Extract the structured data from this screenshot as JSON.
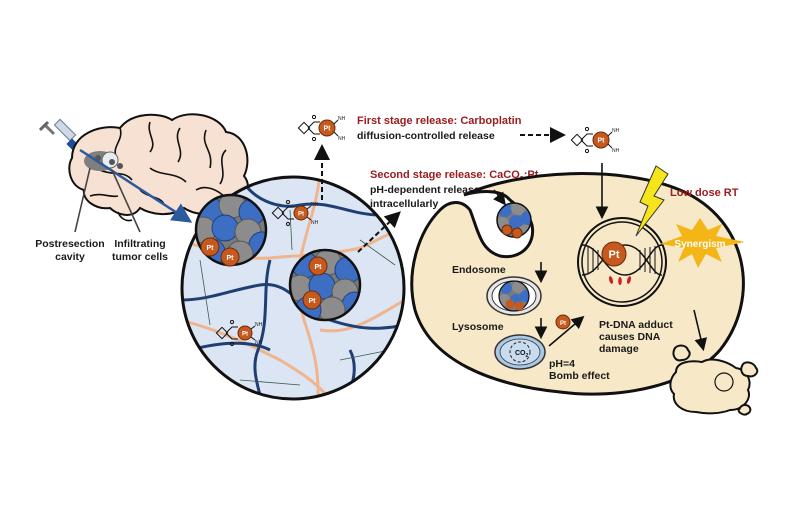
{
  "colors": {
    "background": "#ffffff",
    "brain": "#f6e1d2",
    "matrix": "#dbe5f3",
    "cell": "#f7e8c8",
    "platinum": "#c65a1e",
    "blue_particle": "#3c6fc4",
    "grey_particle": "#8c8c8c",
    "dark_blue_line": "#1f3f73",
    "peach_line": "#f0b48e",
    "red_label": "#9b1d20",
    "lightning": "#f5e51a",
    "synergism_star": "#f4b617",
    "lysosome": "#a9c8e6",
    "dna_lesion": "#cc1f24"
  },
  "labels": {
    "postresection": [
      "Postresection",
      "cavity"
    ],
    "infiltrating": [
      "Infiltrating",
      "tumor cells"
    ],
    "first_stage_title": "First stage release: Carboplatin",
    "first_stage_desc": "diffusion-controlled release",
    "second_stage_title_prefix": "Second stage release: CaCO",
    "second_stage_title_sub": "3",
    "second_stage_title_suffix": ":Pt",
    "second_stage_desc": [
      "pH-dependent release",
      "intracellularly"
    ],
    "low_dose_rt": "Low dose RT",
    "synergism": "Synergism",
    "endosome": "Endosome",
    "lysosome": "Lysosome",
    "co2": "CO",
    "co2_sub": "2",
    "ph": "pH=4",
    "bomb": "Bomb effect",
    "adduct": [
      "Pt-DNA adduct",
      "causes DNA",
      "damage"
    ],
    "pt": "Pt",
    "nh3": "NH",
    "nh3_sub": "3"
  }
}
